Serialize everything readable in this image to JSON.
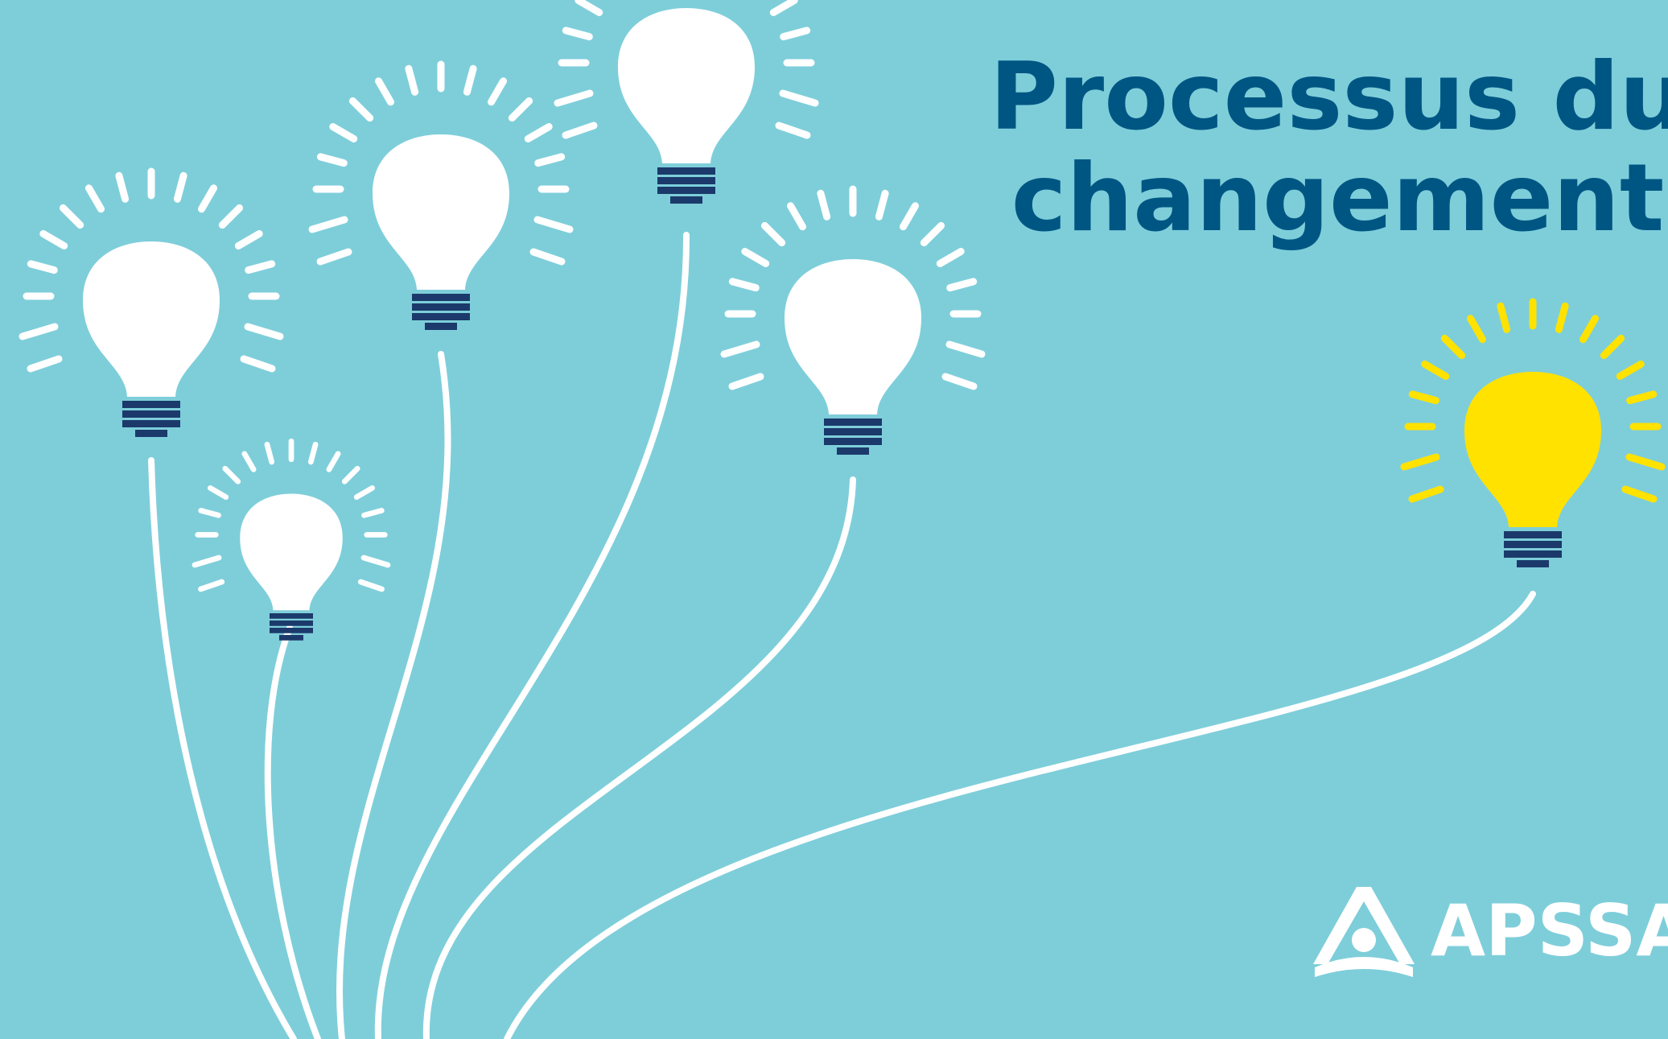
{
  "slide": {
    "title_line1": "Processus du",
    "title_line2": "changement",
    "logo_text": "APSSAP"
  },
  "colors": {
    "background": "#7ECEDA",
    "title": "#005683",
    "bulb": "#FFFFFF",
    "highlight_bulb": "#FFE200",
    "bulb_base": "#1B3A6B"
  },
  "illustration": {
    "icons": [
      "lightbulb-icon",
      "lightbulb-icon",
      "lightbulb-icon",
      "lightbulb-icon",
      "lightbulb-icon",
      "lightbulb-icon",
      "lightbulb-icon-yellow"
    ]
  }
}
